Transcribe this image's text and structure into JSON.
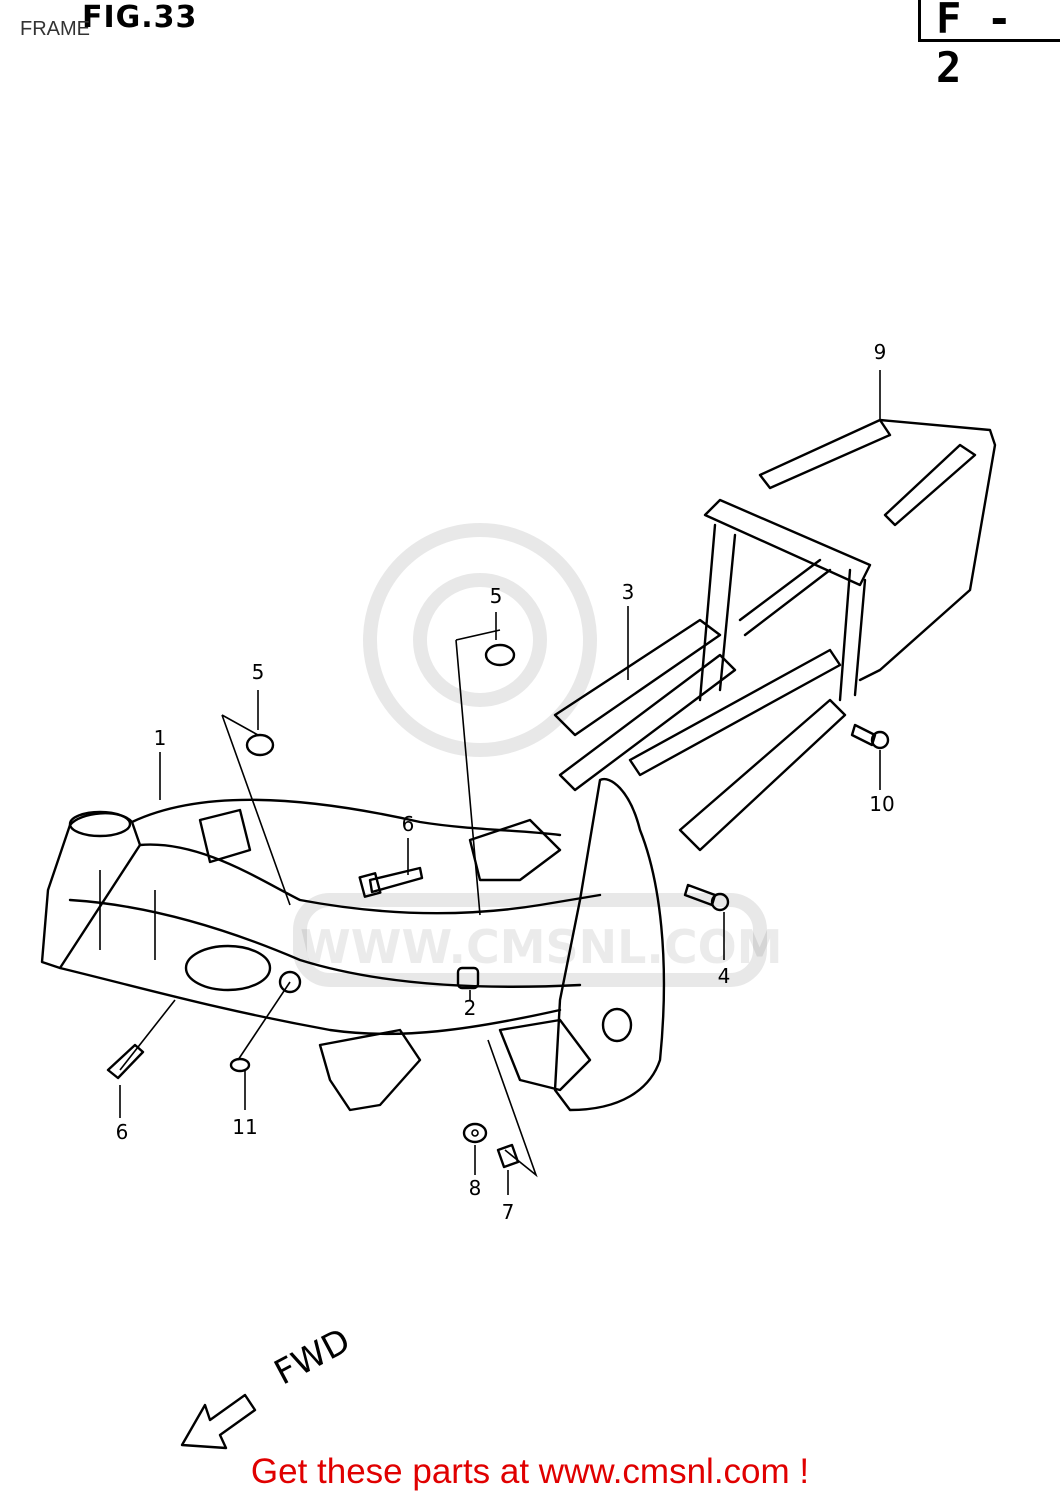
{
  "header": {
    "fig_label": "FIG.33",
    "section_title": "FRAME",
    "page_code": "F - 2"
  },
  "watermark": {
    "text": "WWW.CMSNL.COM"
  },
  "callouts": [
    {
      "id": "c1",
      "label": "1"
    },
    {
      "id": "c2",
      "label": "2"
    },
    {
      "id": "c3",
      "label": "3"
    },
    {
      "id": "c4",
      "label": "4"
    },
    {
      "id": "c5a",
      "label": "5"
    },
    {
      "id": "c5b",
      "label": "5"
    },
    {
      "id": "c6a",
      "label": "6"
    },
    {
      "id": "c6b",
      "label": "6"
    },
    {
      "id": "c7",
      "label": "7"
    },
    {
      "id": "c8",
      "label": "8"
    },
    {
      "id": "c9",
      "label": "9"
    },
    {
      "id": "c10",
      "label": "10"
    },
    {
      "id": "c11",
      "label": "11"
    }
  ],
  "direction": {
    "label": "FWD"
  },
  "footer": {
    "text": "Get these parts at www.cmsnl.com !",
    "color": "#e00000"
  }
}
